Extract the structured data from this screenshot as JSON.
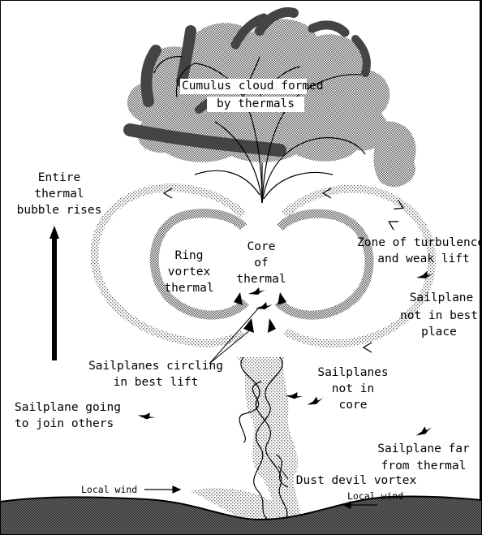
{
  "labels": {
    "cloud_line1": "Cumulus cloud formed",
    "cloud_line2": "by thermals",
    "bubble_line1": "Entire",
    "bubble_line2": "thermal",
    "bubble_line3": "bubble rises",
    "ring_line1": "Ring",
    "ring_line2": "vortex",
    "ring_line3": "thermal",
    "core_line1": "Core",
    "core_line2": "of",
    "core_line3": "thermal",
    "zone_line1": "Zone of turbulence",
    "zone_line2": "and weak lift",
    "notbest_line1": "Sailplane",
    "notbest_line2": "not in best",
    "notbest_line3": "place",
    "circling_line1": "Sailplanes circling",
    "circling_line2": "in best lift",
    "notcore_line1": "Sailplanes",
    "notcore_line2": "not in",
    "notcore_line3": "core",
    "joining_line1": "Sailplane going",
    "joining_line2": "to join others",
    "far_line1": "Sailplane far",
    "far_line2": "from thermal",
    "dust_devil": "Dust devil vortex",
    "wind_left": "Local wind",
    "wind_right": "Local wind"
  },
  "icons": [
    "sailplane-icon",
    "arrow-up-icon",
    "flow-arrow-icon"
  ],
  "colors": {
    "ink": "#000000",
    "cloud_dark": "#444444",
    "stipple": "#9a9a9a",
    "ground": "#555555"
  }
}
